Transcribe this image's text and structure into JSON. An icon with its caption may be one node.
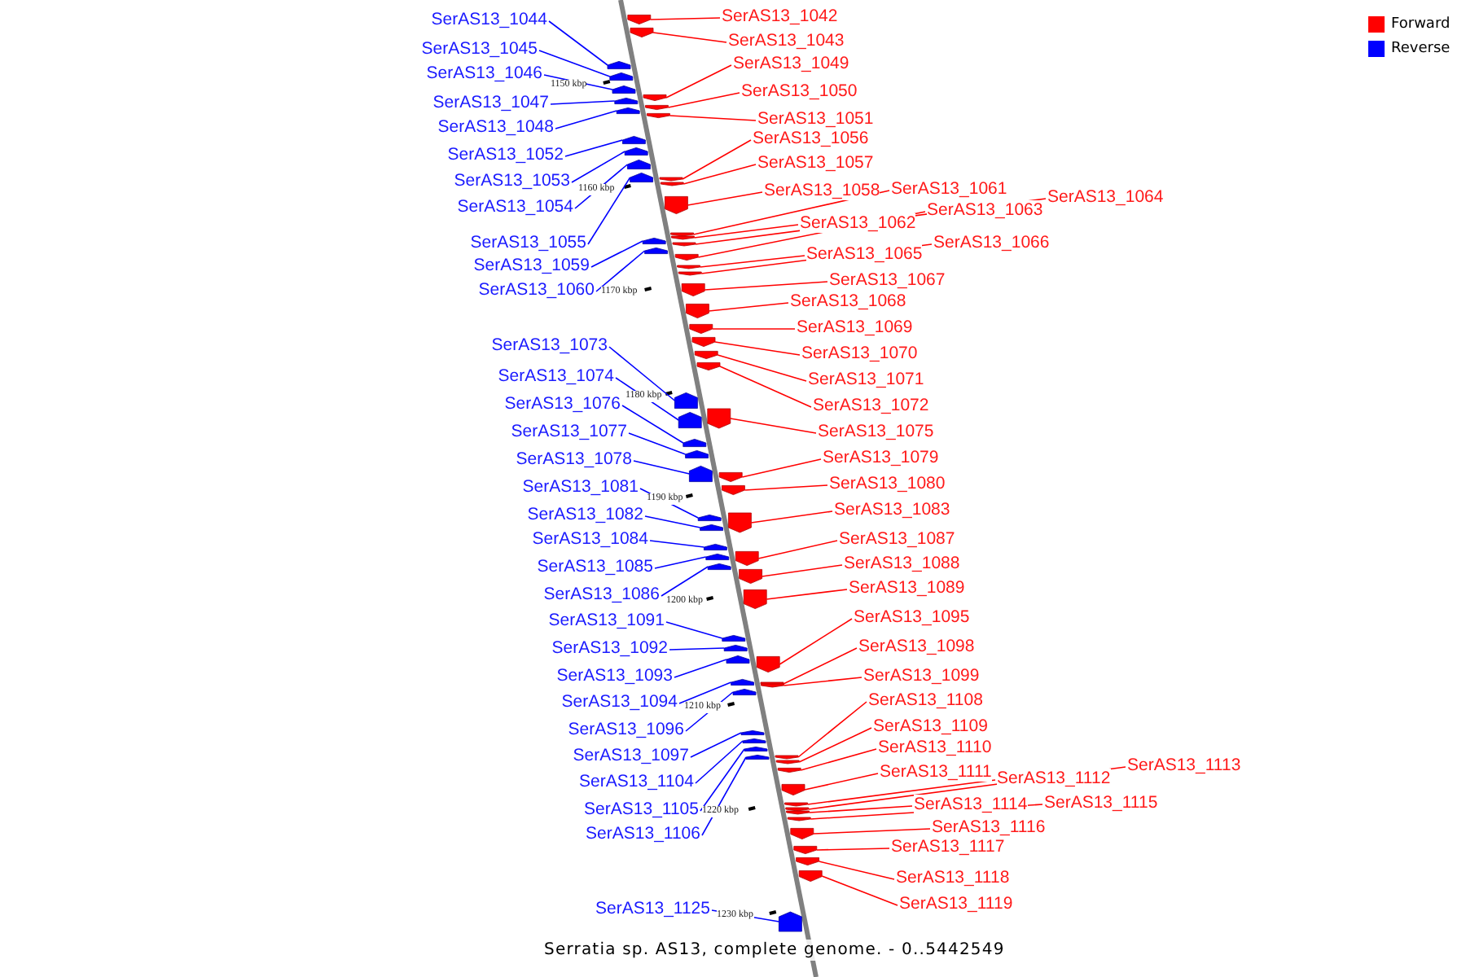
{
  "diagram": {
    "caption": "Serratia sp. AS13, complete genome. - 0..5442549",
    "nodes": [
      {
        "text": [
          "SerAS13_1044"
        ]
      },
      {
        "text": [
          "SerAS13_1045"
        ]
      },
      {
        "text": [
          "SerAS13_1046"
        ]
      },
      {
        "text": [
          "SerAS13_1047"
        ]
      },
      {
        "text": [
          "SerAS13_1048"
        ]
      },
      {
        "text": [
          "SerAS13_1052"
        ]
      },
      {
        "text": [
          "SerAS13_1053"
        ]
      },
      {
        "text": [
          "SerAS13_1054"
        ]
      },
      {
        "text": [
          "SerAS13_1055"
        ]
      },
      {
        "text": [
          "SerAS13_1059"
        ]
      },
      {
        "text": [
          "SerAS13_1060"
        ]
      },
      {
        "text": [
          "SerAS13_1073"
        ]
      },
      {
        "text": [
          "SerAS13_1074"
        ]
      },
      {
        "text": [
          "SerAS13_1076"
        ]
      },
      {
        "text": [
          "SerAS13_1077"
        ]
      },
      {
        "text": [
          "SerAS13_1078"
        ]
      },
      {
        "text": [
          "SerAS13_1081"
        ]
      },
      {
        "text": [
          "SerAS13_1082"
        ]
      },
      {
        "text": [
          "SerAS13_1084"
        ]
      },
      {
        "text": [
          "SerAS13_1085"
        ]
      },
      {
        "text": [
          "SerAS13_1086"
        ]
      },
      {
        "text": [
          "SerAS13_1091"
        ]
      },
      {
        "text": [
          "SerAS13_1092"
        ]
      },
      {
        "text": [
          "SerAS13_1093"
        ]
      },
      {
        "text": [
          "SerAS13_1094"
        ]
      },
      {
        "text": [
          "SerAS13_1096"
        ]
      },
      {
        "text": [
          "SerAS13_1097"
        ]
      },
      {
        "text": [
          "SerAS13_1104"
        ]
      },
      {
        "text": [
          "SerAS13_1105"
        ]
      },
      {
        "text": [
          "SerAS13_1106"
        ]
      },
      {
        "text": [
          "SerAS13_1125"
        ]
      },
      {
        "text": [
          "SerAS13_1042"
        ]
      },
      {
        "text": [
          "SerAS13_1043"
        ]
      },
      {
        "text": [
          "SerAS13_1049"
        ]
      },
      {
        "text": [
          "SerAS13_1050"
        ]
      },
      {
        "text": [
          "SerAS13_1051"
        ]
      },
      {
        "text": [
          "SerAS13_1056"
        ]
      },
      {
        "text": [
          "SerAS13_1057"
        ]
      },
      {
        "text": [
          "SerAS13_1058"
        ]
      },
      {
        "text": [
          "SerAS13_1061"
        ]
      },
      {
        "text": [
          "SerAS13_1062"
        ]
      },
      {
        "text": [
          "SerAS13_1063"
        ]
      },
      {
        "text": [
          "SerAS13_1064"
        ]
      },
      {
        "text": [
          "SerAS13_1065"
        ]
      },
      {
        "text": [
          "SerAS13_1066"
        ]
      },
      {
        "text": [
          "SerAS13_1067"
        ]
      },
      {
        "text": [
          "SerAS13_1068"
        ]
      },
      {
        "text": [
          "SerAS13_1069"
        ]
      },
      {
        "text": [
          "SerAS13_1070"
        ]
      },
      {
        "text": [
          "SerAS13_1071"
        ]
      },
      {
        "text": [
          "SerAS13_1072"
        ]
      },
      {
        "text": [
          "SerAS13_1075"
        ]
      },
      {
        "text": [
          "SerAS13_1079"
        ]
      },
      {
        "text": [
          "SerAS13_1080"
        ]
      },
      {
        "text": [
          "SerAS13_1083"
        ]
      },
      {
        "text": [
          "SerAS13_1087"
        ]
      },
      {
        "text": [
          "SerAS13_1088"
        ]
      },
      {
        "text": [
          "SerAS13_1089"
        ]
      },
      {
        "text": [
          "SerAS13_1095"
        ]
      },
      {
        "text": [
          "SerAS13_1098"
        ]
      },
      {
        "text": [
          "SerAS13_1099"
        ]
      },
      {
        "text": [
          "SerAS13_1108"
        ]
      },
      {
        "text": [
          "SerAS13_1109"
        ]
      },
      {
        "text": [
          "SerAS13_1110"
        ]
      },
      {
        "text": [
          "SerAS13_1111"
        ]
      },
      {
        "text": [
          "SerAS13_1112"
        ]
      },
      {
        "text": [
          "SerAS13_1113"
        ]
      },
      {
        "text": [
          "SerAS13_1114"
        ]
      },
      {
        "text": [
          "SerAS13_1115"
        ]
      },
      {
        "text": [
          "SerAS13_1116"
        ]
      },
      {
        "text": [
          "SerAS13_1117"
        ]
      },
      {
        "text": [
          "SerAS13_1118"
        ]
      },
      {
        "text": [
          "SerAS13_1119"
        ]
      },
      {
        "text": [],
        "shape": "arrow"
      },
      {
        "text": [],
        "shape": "arrow"
      },
      {
        "text": [],
        "shape": "arrow"
      },
      {
        "text": [],
        "shape": "arrow"
      },
      {
        "text": [],
        "shape": "arrow"
      },
      {
        "text": [],
        "shape": "arrow"
      },
      {
        "text": [],
        "shape": "arrow"
      },
      {
        "text": [],
        "shape": "arrow"
      },
      {
        "text": [],
        "shape": "arrow"
      },
      {
        "text": [],
        "shape": "arrow"
      },
      {
        "text": [],
        "shape": "arrow"
      },
      {
        "text": [],
        "shape": "arrow"
      },
      {
        "text": [],
        "shape": "arrow"
      },
      {
        "text": [],
        "shape": "arrow"
      },
      {
        "text": [],
        "shape": "arrow"
      },
      {
        "text": [],
        "shape": "arrow"
      },
      {
        "text": [],
        "shape": "arrow"
      },
      {
        "text": [],
        "shape": "arrow"
      },
      {
        "text": [],
        "shape": "arrow"
      },
      {
        "text": [],
        "shape": "arrow"
      },
      {
        "text": [],
        "shape": "arrow"
      },
      {
        "text": [],
        "shape": "arrow"
      },
      {
        "text": [],
        "shape": "arrow"
      },
      {
        "text": [],
        "shape": "arrow"
      },
      {
        "text": [],
        "shape": "arrow"
      },
      {
        "text": [],
        "shape": "arrow"
      },
      {
        "text": [],
        "shape": "arrow"
      },
      {
        "text": [],
        "shape": "arrow"
      },
      {
        "text": [],
        "shape": "arrow"
      },
      {
        "text": [],
        "shape": "arrow"
      },
      {
        "text": [],
        "shape": "arrow"
      },
      {
        "text": [],
        "shape": "arrow"
      },
      {
        "text": [],
        "shape": "arrow"
      },
      {
        "text": [],
        "shape": "arrow"
      },
      {
        "text": [],
        "shape": "arrow"
      },
      {
        "text": [],
        "shape": "arrow"
      },
      {
        "text": [],
        "shape": "arrow"
      },
      {
        "text": [],
        "shape": "arrow"
      },
      {
        "text": [],
        "shape": "arrow"
      },
      {
        "text": [],
        "shape": "arrow"
      },
      {
        "text": [],
        "shape": "arrow"
      },
      {
        "text": [],
        "shape": "arrow"
      },
      {
        "text": [],
        "shape": "arrow"
      },
      {
        "text": [],
        "shape": "arrow"
      },
      {
        "text": [],
        "shape": "arrow"
      },
      {
        "text": [],
        "shape": "arrow"
      },
      {
        "text": [],
        "shape": "arrow"
      },
      {
        "text": [],
        "shape": "arrow"
      },
      {
        "text": [],
        "shape": "arrow"
      },
      {
        "text": [],
        "shape": "arrow"
      },
      {
        "text": [],
        "shape": "arrow"
      },
      {
        "text": [],
        "shape": "arrow"
      },
      {
        "text": [],
        "shape": "arrow"
      },
      {
        "text": [],
        "shape": "arrow"
      },
      {
        "text": [],
        "shape": "arrow"
      },
      {
        "text": [],
        "shape": "arrow"
      },
      {
        "text": [],
        "shape": "arrow"
      },
      {
        "text": [],
        "shape": "arrow"
      },
      {
        "text": [],
        "shape": "arrow"
      },
      {
        "text": [],
        "shape": "arrow"
      },
      {
        "text": [],
        "shape": "arrow"
      },
      {
        "text": [],
        "shape": "arrow"
      },
      {
        "text": [],
        "shape": "arrow"
      },
      {
        "text": [],
        "shape": "arrow"
      },
      {
        "text": [],
        "shape": "arrow"
      },
      {
        "text": [],
        "shape": "arrow"
      },
      {
        "text": [],
        "shape": "arrow"
      },
      {
        "text": [],
        "shape": "arrow"
      },
      {
        "text": [],
        "shape": "arrow"
      },
      {
        "text": [],
        "shape": "arrow"
      },
      {
        "text": [],
        "shape": "arrow"
      },
      {
        "text": [],
        "shape": "arrow"
      },
      {
        "text": [],
        "shape": "arrow"
      }
    ],
    "edges": [
      {
        "from": 0,
        "to": 73,
        "arrow": "none",
        "color": "#0000ff"
      },
      {
        "from": 1,
        "to": 74,
        "arrow": "none",
        "color": "#0000ff"
      },
      {
        "from": 2,
        "to": 75,
        "arrow": "none",
        "color": "#0000ff"
      },
      {
        "from": 3,
        "to": 76,
        "arrow": "none",
        "color": "#0000ff"
      },
      {
        "from": 4,
        "to": 77,
        "arrow": "none",
        "color": "#0000ff"
      },
      {
        "from": 5,
        "to": 78,
        "arrow": "none",
        "color": "#0000ff"
      },
      {
        "from": 6,
        "to": 79,
        "arrow": "none",
        "color": "#0000ff"
      },
      {
        "from": 7,
        "to": 80,
        "arrow": "none",
        "color": "#0000ff"
      },
      {
        "from": 8,
        "to": 81,
        "arrow": "none",
        "color": "#0000ff"
      },
      {
        "from": 9,
        "to": 82,
        "arrow": "none",
        "color": "#0000ff"
      },
      {
        "from": 10,
        "to": 83,
        "arrow": "none",
        "color": "#0000ff"
      },
      {
        "from": 11,
        "to": 84,
        "arrow": "none",
        "color": "#0000ff"
      },
      {
        "from": 12,
        "to": 85,
        "arrow": "none",
        "color": "#0000ff"
      },
      {
        "from": 13,
        "to": 86,
        "arrow": "none",
        "color": "#0000ff"
      },
      {
        "from": 14,
        "to": 87,
        "arrow": "none",
        "color": "#0000ff"
      },
      {
        "from": 15,
        "to": 88,
        "arrow": "none",
        "color": "#0000ff"
      },
      {
        "from": 16,
        "to": 89,
        "arrow": "none",
        "color": "#0000ff"
      },
      {
        "from": 17,
        "to": 90,
        "arrow": "none",
        "color": "#0000ff"
      },
      {
        "from": 18,
        "to": 91,
        "arrow": "none",
        "color": "#0000ff"
      },
      {
        "from": 19,
        "to": 92,
        "arrow": "none",
        "color": "#0000ff"
      },
      {
        "from": 20,
        "to": 93,
        "arrow": "none",
        "color": "#0000ff"
      },
      {
        "from": 21,
        "to": 94,
        "arrow": "none",
        "color": "#0000ff"
      },
      {
        "from": 22,
        "to": 95,
        "arrow": "none",
        "color": "#0000ff"
      },
      {
        "from": 23,
        "to": 96,
        "arrow": "none",
        "color": "#0000ff"
      },
      {
        "from": 24,
        "to": 97,
        "arrow": "none",
        "color": "#0000ff"
      },
      {
        "from": 25,
        "to": 98,
        "arrow": "none",
        "color": "#0000ff"
      },
      {
        "from": 26,
        "to": 99,
        "arrow": "none",
        "color": "#0000ff"
      },
      {
        "from": 27,
        "to": 100,
        "arrow": "none",
        "color": "#0000ff"
      },
      {
        "from": 28,
        "to": 101,
        "arrow": "none",
        "color": "#0000ff"
      },
      {
        "from": 29,
        "to": 102,
        "arrow": "none",
        "color": "#0000ff"
      },
      {
        "from": 30,
        "to": 103,
        "arrow": "none",
        "color": "#0000ff"
      },
      {
        "from": 31,
        "to": 104,
        "arrow": "none"
      },
      {
        "from": 32,
        "to": 105,
        "arrow": "none"
      },
      {
        "from": 33,
        "to": 106,
        "arrow": "none"
      },
      {
        "from": 34,
        "to": 107,
        "arrow": "none"
      },
      {
        "from": 35,
        "to": 108,
        "arrow": "none"
      },
      {
        "from": 36,
        "to": 109,
        "arrow": "none"
      },
      {
        "from": 37,
        "to": 110,
        "arrow": "none"
      },
      {
        "from": 38,
        "to": 111,
        "arrow": "none"
      },
      {
        "from": 39,
        "to": 112,
        "arrow": "none"
      },
      {
        "from": 40,
        "to": 113,
        "arrow": "none"
      },
      {
        "from": 41,
        "to": 114,
        "arrow": "none"
      },
      {
        "from": 42,
        "to": 115,
        "arrow": "none"
      },
      {
        "from": 43,
        "to": 116,
        "arrow": "none"
      },
      {
        "from": 44,
        "to": 117,
        "arrow": "none"
      },
      {
        "from": 45,
        "to": 118,
        "arrow": "none"
      },
      {
        "from": 46,
        "to": 119,
        "arrow": "none"
      },
      {
        "from": 47,
        "to": 120,
        "arrow": "none"
      },
      {
        "from": 48,
        "to": 121,
        "arrow": "none"
      },
      {
        "from": 49,
        "to": 122,
        "arrow": "none"
      },
      {
        "from": 50,
        "to": 123,
        "arrow": "none"
      },
      {
        "from": 51,
        "to": 124,
        "arrow": "none"
      },
      {
        "from": 52,
        "to": 125,
        "arrow": "none"
      },
      {
        "from": 53,
        "to": 126,
        "arrow": "none"
      },
      {
        "from": 54,
        "to": 127,
        "arrow": "none"
      },
      {
        "from": 55,
        "to": 128,
        "arrow": "none"
      },
      {
        "from": 56,
        "to": 129,
        "arrow": "none"
      },
      {
        "from": 57,
        "to": 130,
        "arrow": "none"
      },
      {
        "from": 58,
        "to": 131,
        "arrow": "none"
      },
      {
        "from": 59,
        "to": 132,
        "arrow": "none"
      },
      {
        "from": 60,
        "to": 133,
        "arrow": "none"
      },
      {
        "from": 61,
        "to": 134,
        "arrow": "none"
      },
      {
        "from": 62,
        "to": 135,
        "arrow": "none"
      },
      {
        "from": 63,
        "to": 136,
        "arrow": "none"
      },
      {
        "from": 64,
        "to": 137,
        "arrow": "none"
      },
      {
        "from": 65,
        "to": 138,
        "arrow": "none"
      },
      {
        "from": 66,
        "to": 139,
        "arrow": "none"
      },
      {
        "from": 67,
        "to": 140,
        "arrow": "none"
      },
      {
        "from": 68,
        "to": 141,
        "arrow": "none"
      },
      {
        "from": 69,
        "to": 142,
        "arrow": "none"
      },
      {
        "from": 70,
        "to": 143,
        "arrow": "none"
      },
      {
        "from": 71,
        "to": 144,
        "arrow": "none"
      },
      {
        "from": 72,
        "to": 145,
        "arrow": "none"
      }
    ],
    "labels": [
      "1150 kbp",
      "1160 kbp",
      "1170 kbp",
      "1180 kbp",
      "1190 kbp",
      "1200 kbp",
      "1210 kbp",
      "1220 kbp",
      "1230 kbp"
    ],
    "legend": [
      {
        "text": "Forward",
        "color": "#ff0000"
      },
      {
        "text": "Reverse",
        "color": "#0000ff"
      }
    ]
  }
}
